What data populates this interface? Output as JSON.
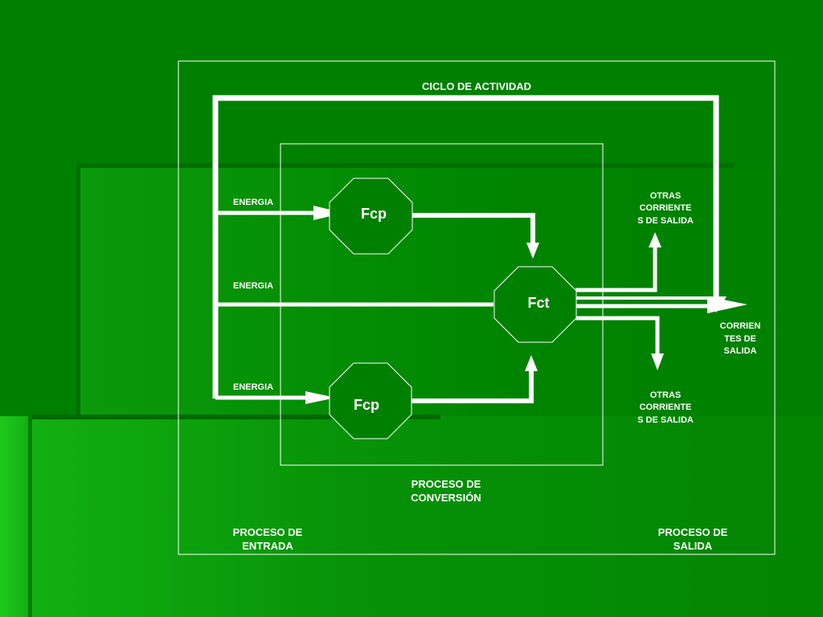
{
  "labels": {
    "ciclo": "CICLO DE ACTIVIDAD",
    "energia_1": "ENERGIA",
    "energia_2": "ENERGIA",
    "energia_3": "ENERGIA",
    "fcp_top": "Fcp",
    "fct": "Fct",
    "fcp_bottom": "Fcp",
    "otras_top": [
      "OTRAS",
      "CORRIENTE",
      "S DE SALIDA"
    ],
    "otras_bottom": [
      "OTRAS",
      "CORRIENTE",
      "S DE SALIDA"
    ],
    "corrientes": [
      "CORRIEN",
      "TES DE",
      "SALIDA"
    ],
    "proceso_conversion": [
      "PROCESO DE",
      "CONVERSIÓN"
    ],
    "proceso_entrada": [
      "PROCESO DE",
      "ENTRADA"
    ],
    "proceso_salida": [
      "PROCESO DE",
      "SALIDA"
    ]
  },
  "colors": {
    "background": "#008000",
    "line": "#ffffff"
  }
}
